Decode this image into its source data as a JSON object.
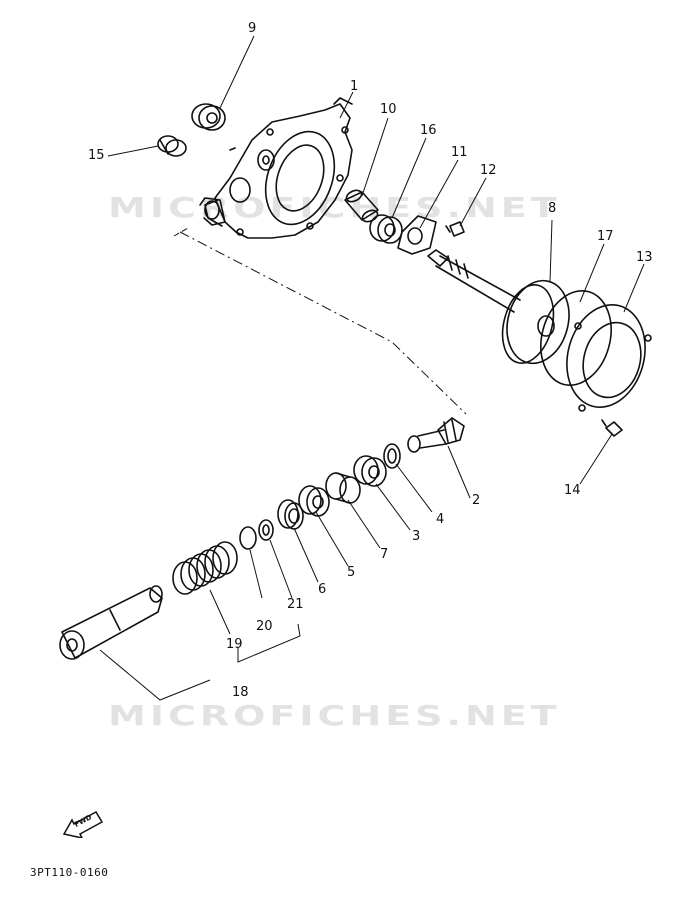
{
  "watermark": "MICROFICHES.NET",
  "diagram_code": "3PT110-0160",
  "fwd_label": "FWD",
  "part_numbers": {
    "p1": "1",
    "p2": "2",
    "p3": "3",
    "p4": "4",
    "p5": "5",
    "p6": "6",
    "p7": "7",
    "p8": "8",
    "p9": "9",
    "p10": "10",
    "p11": "11",
    "p12": "12",
    "p13": "13",
    "p14": "14",
    "p15": "15",
    "p16": "16",
    "p17": "17",
    "p18": "18",
    "p19": "19",
    "p20": "20",
    "p21": "21"
  }
}
